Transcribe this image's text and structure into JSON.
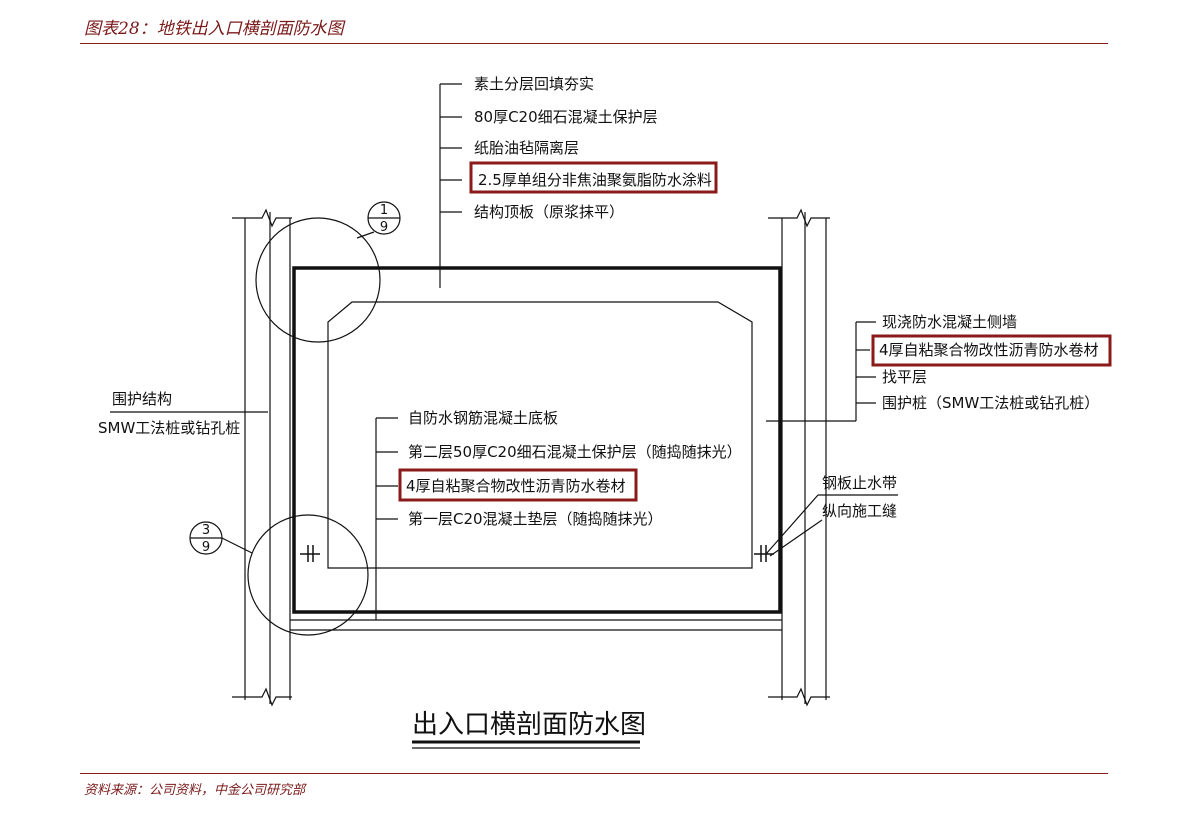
{
  "figure": {
    "title": "图表28：地铁出入口横剖面防水图",
    "source": "资料来源：公司资料，中金公司研究部"
  },
  "diagram": {
    "title": "出入口横剖面防水图",
    "roof_layers": [
      "素土分层回填夯实",
      "80厚C20细石混凝土保护层",
      "纸胎油毡隔离层",
      "2.5厚单组分非焦油聚氨脂防水涂料",
      "结构顶板（原浆抹平）"
    ],
    "right_wall_layers": [
      "现浇防水混凝土侧墙",
      "4厚自粘聚合物改性沥青防水卷材",
      "找平层",
      "围护桩（SMW工法桩或钻孔桩）"
    ],
    "floor_layers": [
      "自防水钢筋混凝土底板",
      "第二层50厚C20细石混凝土保护层（随捣随抹光）",
      "4厚自粘聚合物改性沥青防水卷材",
      "第一层C20混凝土垫层（随捣随抹光）"
    ],
    "left_label_line1": "围护结构",
    "left_label_line2": "SMW工法桩或钻孔桩",
    "waterstop_line1": "钢板止水带",
    "waterstop_line2": "纵向施工缝",
    "detail_top": {
      "num": "1",
      "den": "9"
    },
    "detail_bottom": {
      "num": "3",
      "den": "9"
    }
  },
  "colors": {
    "highlight_border": "#8b1a1a",
    "title_color": "#7a1a1a",
    "line_color": "#111111"
  }
}
